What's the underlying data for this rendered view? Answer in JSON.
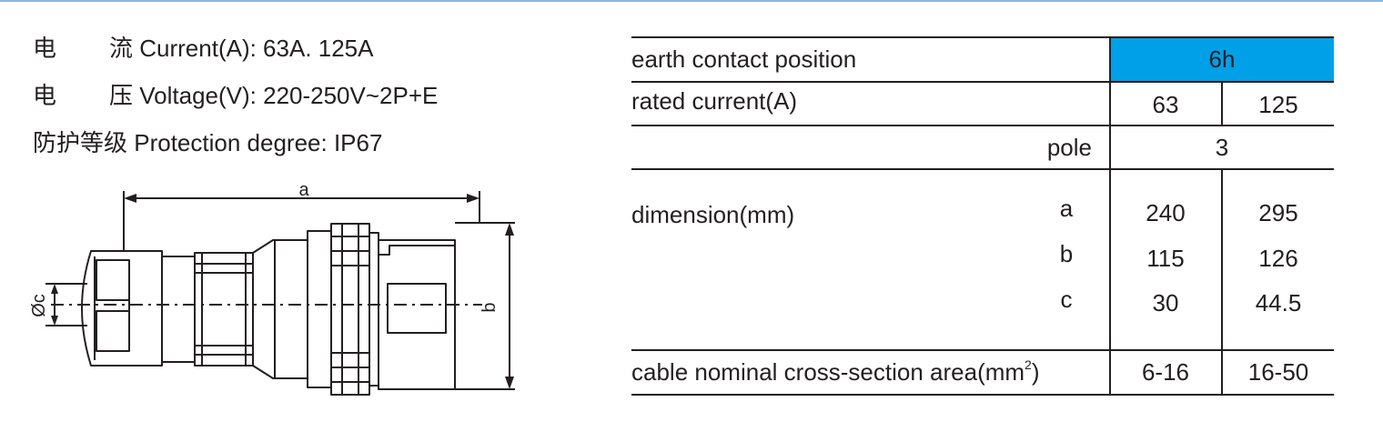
{
  "specs": {
    "current": {
      "cn1": "电",
      "cn2": "流",
      "en": "Current(A): 63A. 125A"
    },
    "voltage": {
      "cn1": "电",
      "cn2": "压",
      "en": "Voltage(V): 220-250V~2P+E"
    },
    "protection": {
      "cn": "防护等级",
      "en": "Protection degree: IP67"
    }
  },
  "drawing": {
    "label_a": "a",
    "label_b": "b",
    "label_c": "Øc"
  },
  "table": {
    "header_color": "#00a0e9",
    "rows": {
      "earth_label": "earth contact position",
      "earth_value": "6h",
      "rated_label": "rated current(A)",
      "rated_values": [
        "63",
        "125"
      ],
      "pole_label": "pole",
      "pole_value": "3",
      "dimension_label": "dimension(mm)",
      "dimension_keys": [
        "a",
        "b",
        "c"
      ],
      "dimension_col1": [
        "240",
        "115",
        "30"
      ],
      "dimension_col2": [
        "295",
        "126",
        "44.5"
      ],
      "cable_label": "cable nominal cross-section area(mm",
      "cable_sup": "2",
      "cable_label_end": ")",
      "cable_values": [
        "6-16",
        "16-50"
      ]
    }
  }
}
